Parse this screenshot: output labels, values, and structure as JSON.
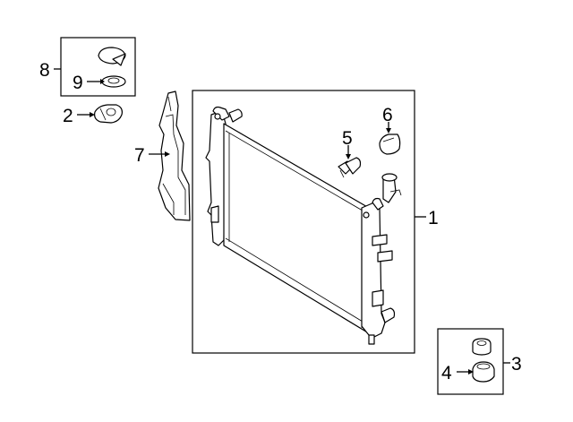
{
  "diagram": {
    "callouts": {
      "c1": "1",
      "c2": "2",
      "c3": "3",
      "c4": "4",
      "c5": "5",
      "c6": "6",
      "c7": "7",
      "c8": "8",
      "c9": "9"
    },
    "parts": {
      "p1": "radiator",
      "p2": "bracket",
      "p3": "mount-assembly",
      "p4": "insulator",
      "p5": "sensor",
      "p6": "plug",
      "p7": "air-guide",
      "p8": "upper-mount-kit",
      "p9": "bushing"
    }
  }
}
